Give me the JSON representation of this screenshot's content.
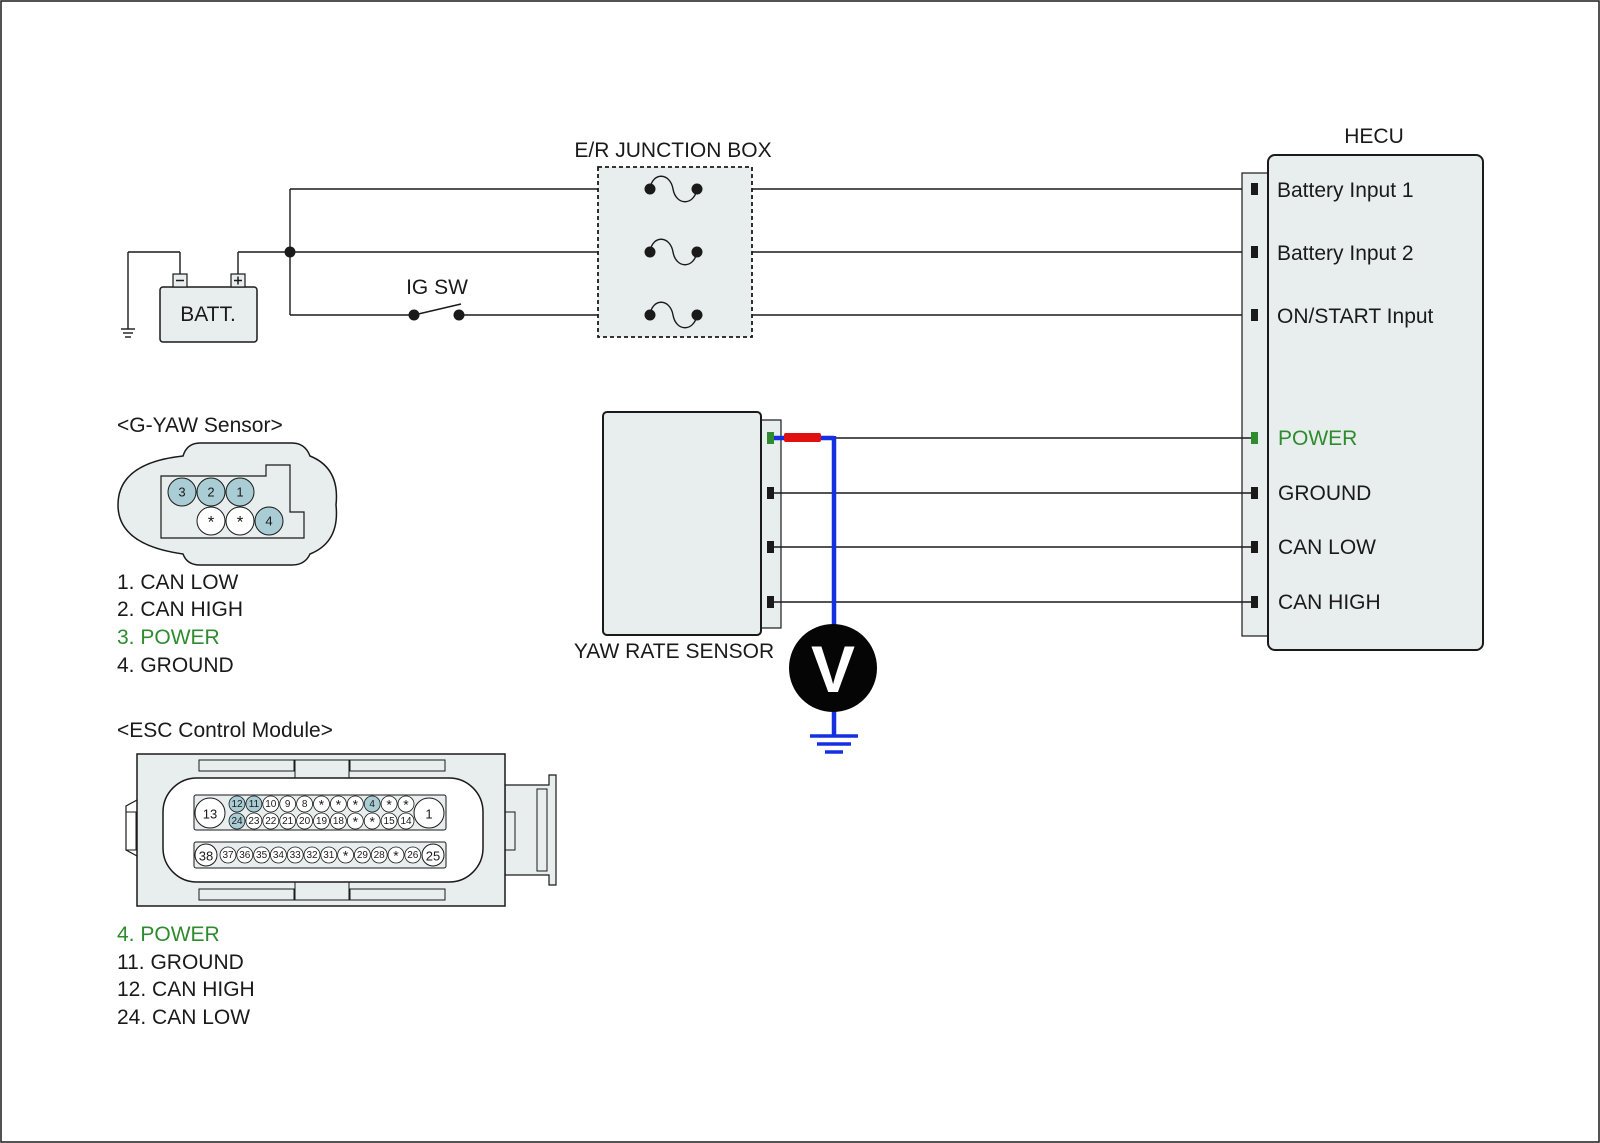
{
  "colors": {
    "module_fill": "#e8eded",
    "pin_highlight": "#a9ccd5",
    "power_green": "#2e8b2e",
    "probe_red": "#e01010",
    "probe_blue": "#1530e0"
  },
  "battery": {
    "label": "BATT.",
    "neg": "-",
    "pos": "+"
  },
  "ig_switch": {
    "label": "IG SW"
  },
  "junction_box": {
    "label": "E/R JUNCTION BOX"
  },
  "hecu": {
    "label": "HECU",
    "terminals": [
      "Battery Input 1",
      "Battery Input 2",
      "ON/START Input",
      "POWER",
      "GROUND",
      "CAN LOW",
      "CAN HIGH"
    ]
  },
  "yaw_sensor": {
    "label": "YAW RATE SENSOR"
  },
  "meter": {
    "label": "V"
  },
  "gyaw_connector": {
    "title": "<G-YAW Sensor>",
    "pins_top": [
      "3",
      "2",
      "1"
    ],
    "pins_bottom": [
      "*",
      "*",
      "4"
    ],
    "legend": [
      "1. CAN LOW",
      "2. CAN HIGH",
      "3. POWER",
      "4. GROUND"
    ]
  },
  "esc_connector": {
    "title": "<ESC Control Module>",
    "big_pins": [
      "13",
      "1",
      "38",
      "25"
    ],
    "row1": [
      "12",
      "11",
      "10",
      "9",
      "8",
      "*",
      "*",
      "*",
      "4",
      "*",
      "*"
    ],
    "row2": [
      "24",
      "23",
      "22",
      "21",
      "20",
      "19",
      "18",
      "*",
      "*",
      "15",
      "14"
    ],
    "row3": [
      "37",
      "36",
      "35",
      "34",
      "33",
      "32",
      "31",
      "*",
      "29",
      "28",
      "*",
      "26"
    ],
    "legend": [
      "4. POWER",
      "11. GROUND",
      "12. CAN HIGH",
      "24. CAN LOW"
    ]
  }
}
